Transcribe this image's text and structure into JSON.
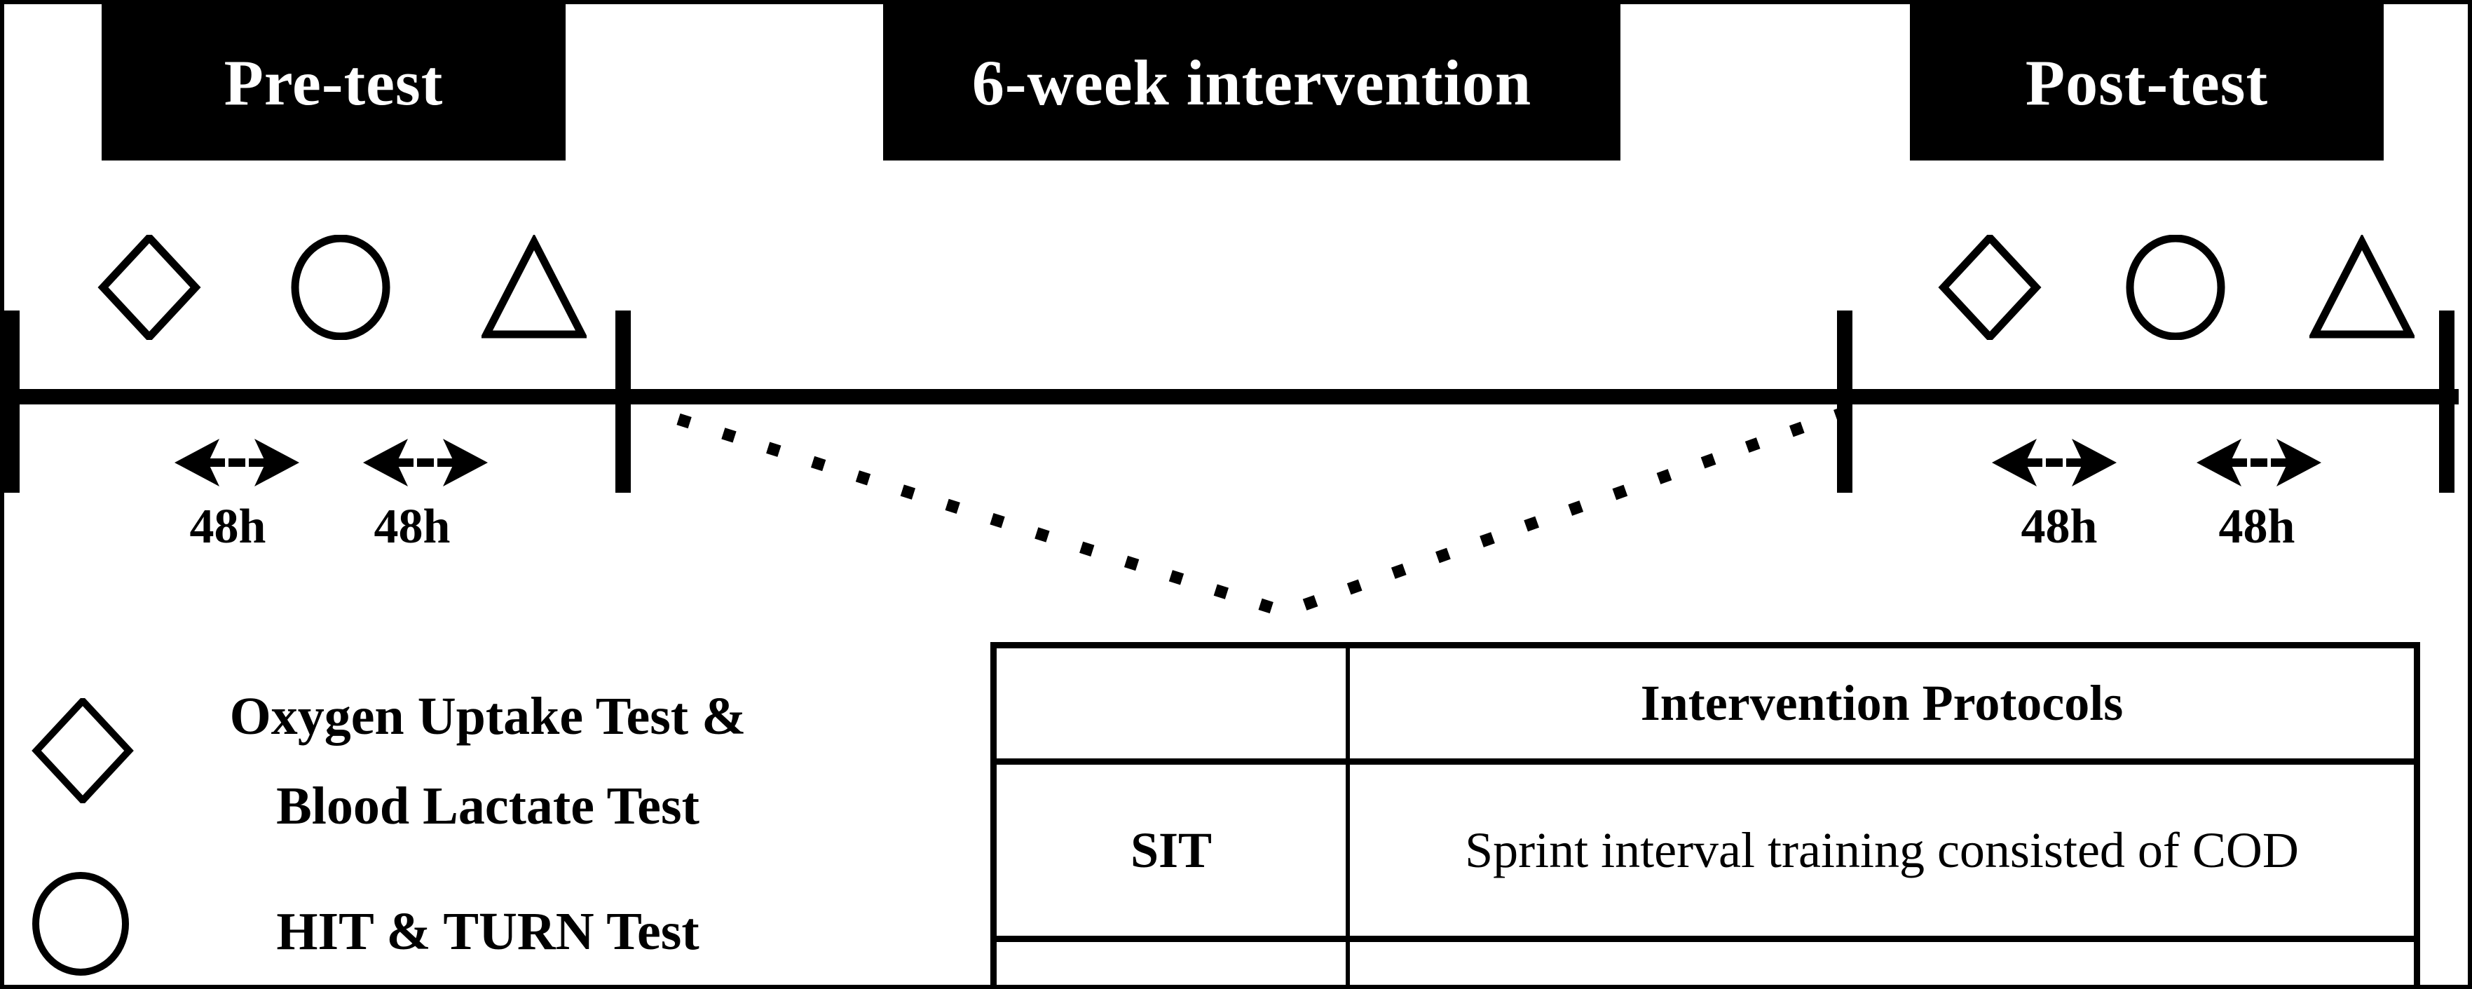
{
  "figure": {
    "title_boxes": {
      "pre": "Pre-test",
      "intervention": "6-week intervention",
      "post": "Post-test"
    },
    "timeline": {
      "interval_labels": [
        "48h",
        "48h",
        "48h",
        "48h"
      ],
      "segments": [
        "pre-test period",
        "6-week intervention period",
        "post-test period"
      ]
    },
    "symbols": {
      "diamond": "test-session-diamond",
      "circle": "test-session-circle",
      "triangle": "test-session-triangle",
      "interval_arrow": "left-right-arrow-with-dash",
      "dotted_connector": "dotted-v-line-to-table"
    },
    "legend": [
      {
        "icon": "diamond-icon",
        "label_line1": "Oxygen Uptake Test &",
        "label_line2": "Blood Lactate Test"
      },
      {
        "icon": "circle-icon",
        "label": "HIT & TURN Test"
      }
    ],
    "table": {
      "header": [
        "",
        "Intervention Protocols"
      ],
      "rows": [
        {
          "abbr": "SIT",
          "description": "Sprint interval training consisted of COD"
        }
      ]
    },
    "colors": {
      "foreground": "#000000",
      "background": "#ffffff",
      "phase_box_fill": "#000000",
      "phase_box_text": "#ffffff"
    }
  }
}
